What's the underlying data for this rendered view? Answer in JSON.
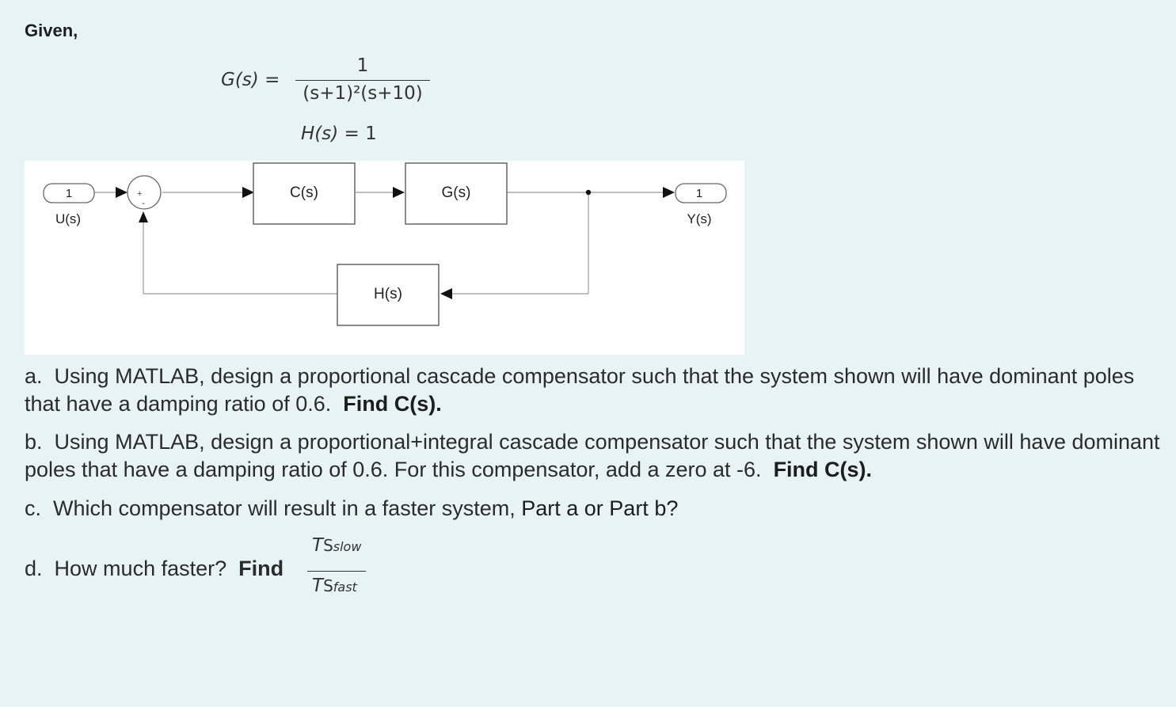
{
  "given_label": "Given,",
  "equations": {
    "g_lhs": "G(s)",
    "equals": "=",
    "g_numerator": "1",
    "g_denominator": "(s+1)²(s+10)",
    "h_lhs": "H(s)",
    "h_rhs": "1"
  },
  "diagram": {
    "input_value": "1",
    "input_label": "U(s)",
    "sum_plus": "+",
    "sum_minus": "-",
    "controller_label": "C(s)",
    "plant_label": "G(s)",
    "feedback_label": "H(s)",
    "output_value": "1",
    "output_label": "Y(s)"
  },
  "questions": {
    "a_prefix": "a.",
    "a_text": "Using MATLAB, design a proportional cascade compensator such that the system shown will have dominant poles that have a damping ratio of 0.6.",
    "a_bold": "Find C(s).",
    "b_prefix": "b.",
    "b_text": "Using MATLAB, design a proportional+integral cascade compensator such that the system shown will have dominant poles that have a damping ratio of 0.6.  For this compensator, add a zero at -6.",
    "b_bold": "Find C(s).",
    "c_prefix": "c.",
    "c_text": "Which compensator will result in a faster system,",
    "c_tail": "Part a or Part b?",
    "d_prefix": "d.",
    "d_text": "How much faster?",
    "d_bold": "Find",
    "ratio_num_T": "T",
    "ratio_num_S": "S",
    "ratio_num_sub": "slow",
    "ratio_den_T": "T",
    "ratio_den_S": "S",
    "ratio_den_sub": "fast"
  }
}
